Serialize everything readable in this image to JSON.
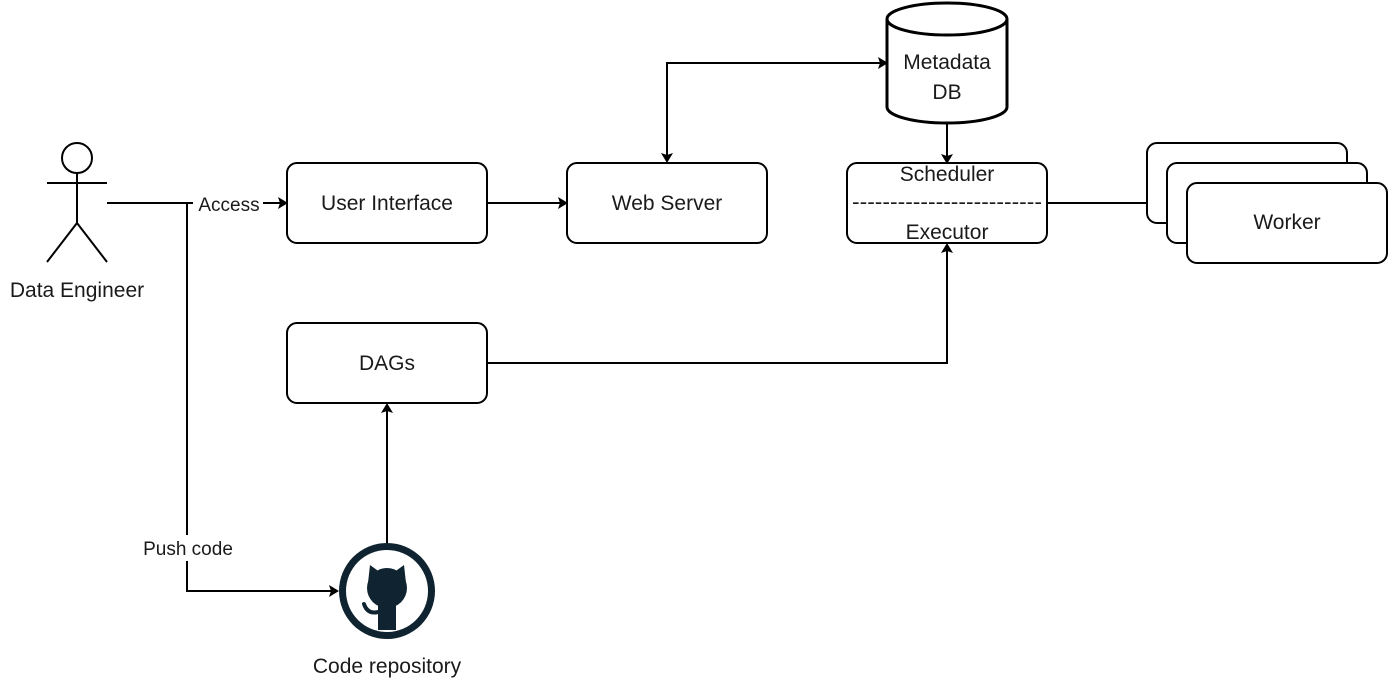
{
  "nodes": {
    "actor": "Data Engineer",
    "user_interface": "User Interface",
    "web_server": "Web Server",
    "metadata_db_line1": "Metadata",
    "metadata_db_line2": "DB",
    "scheduler": "Scheduler",
    "divider": "-------------------------",
    "executor": "Executor",
    "worker": "Worker",
    "dags": "DAGs",
    "code_repository": "Code repository"
  },
  "edges": {
    "access": "Access",
    "push_code": "Push code"
  },
  "icons": {
    "repository": "github-icon"
  },
  "colors": {
    "github": "#0f2430"
  }
}
